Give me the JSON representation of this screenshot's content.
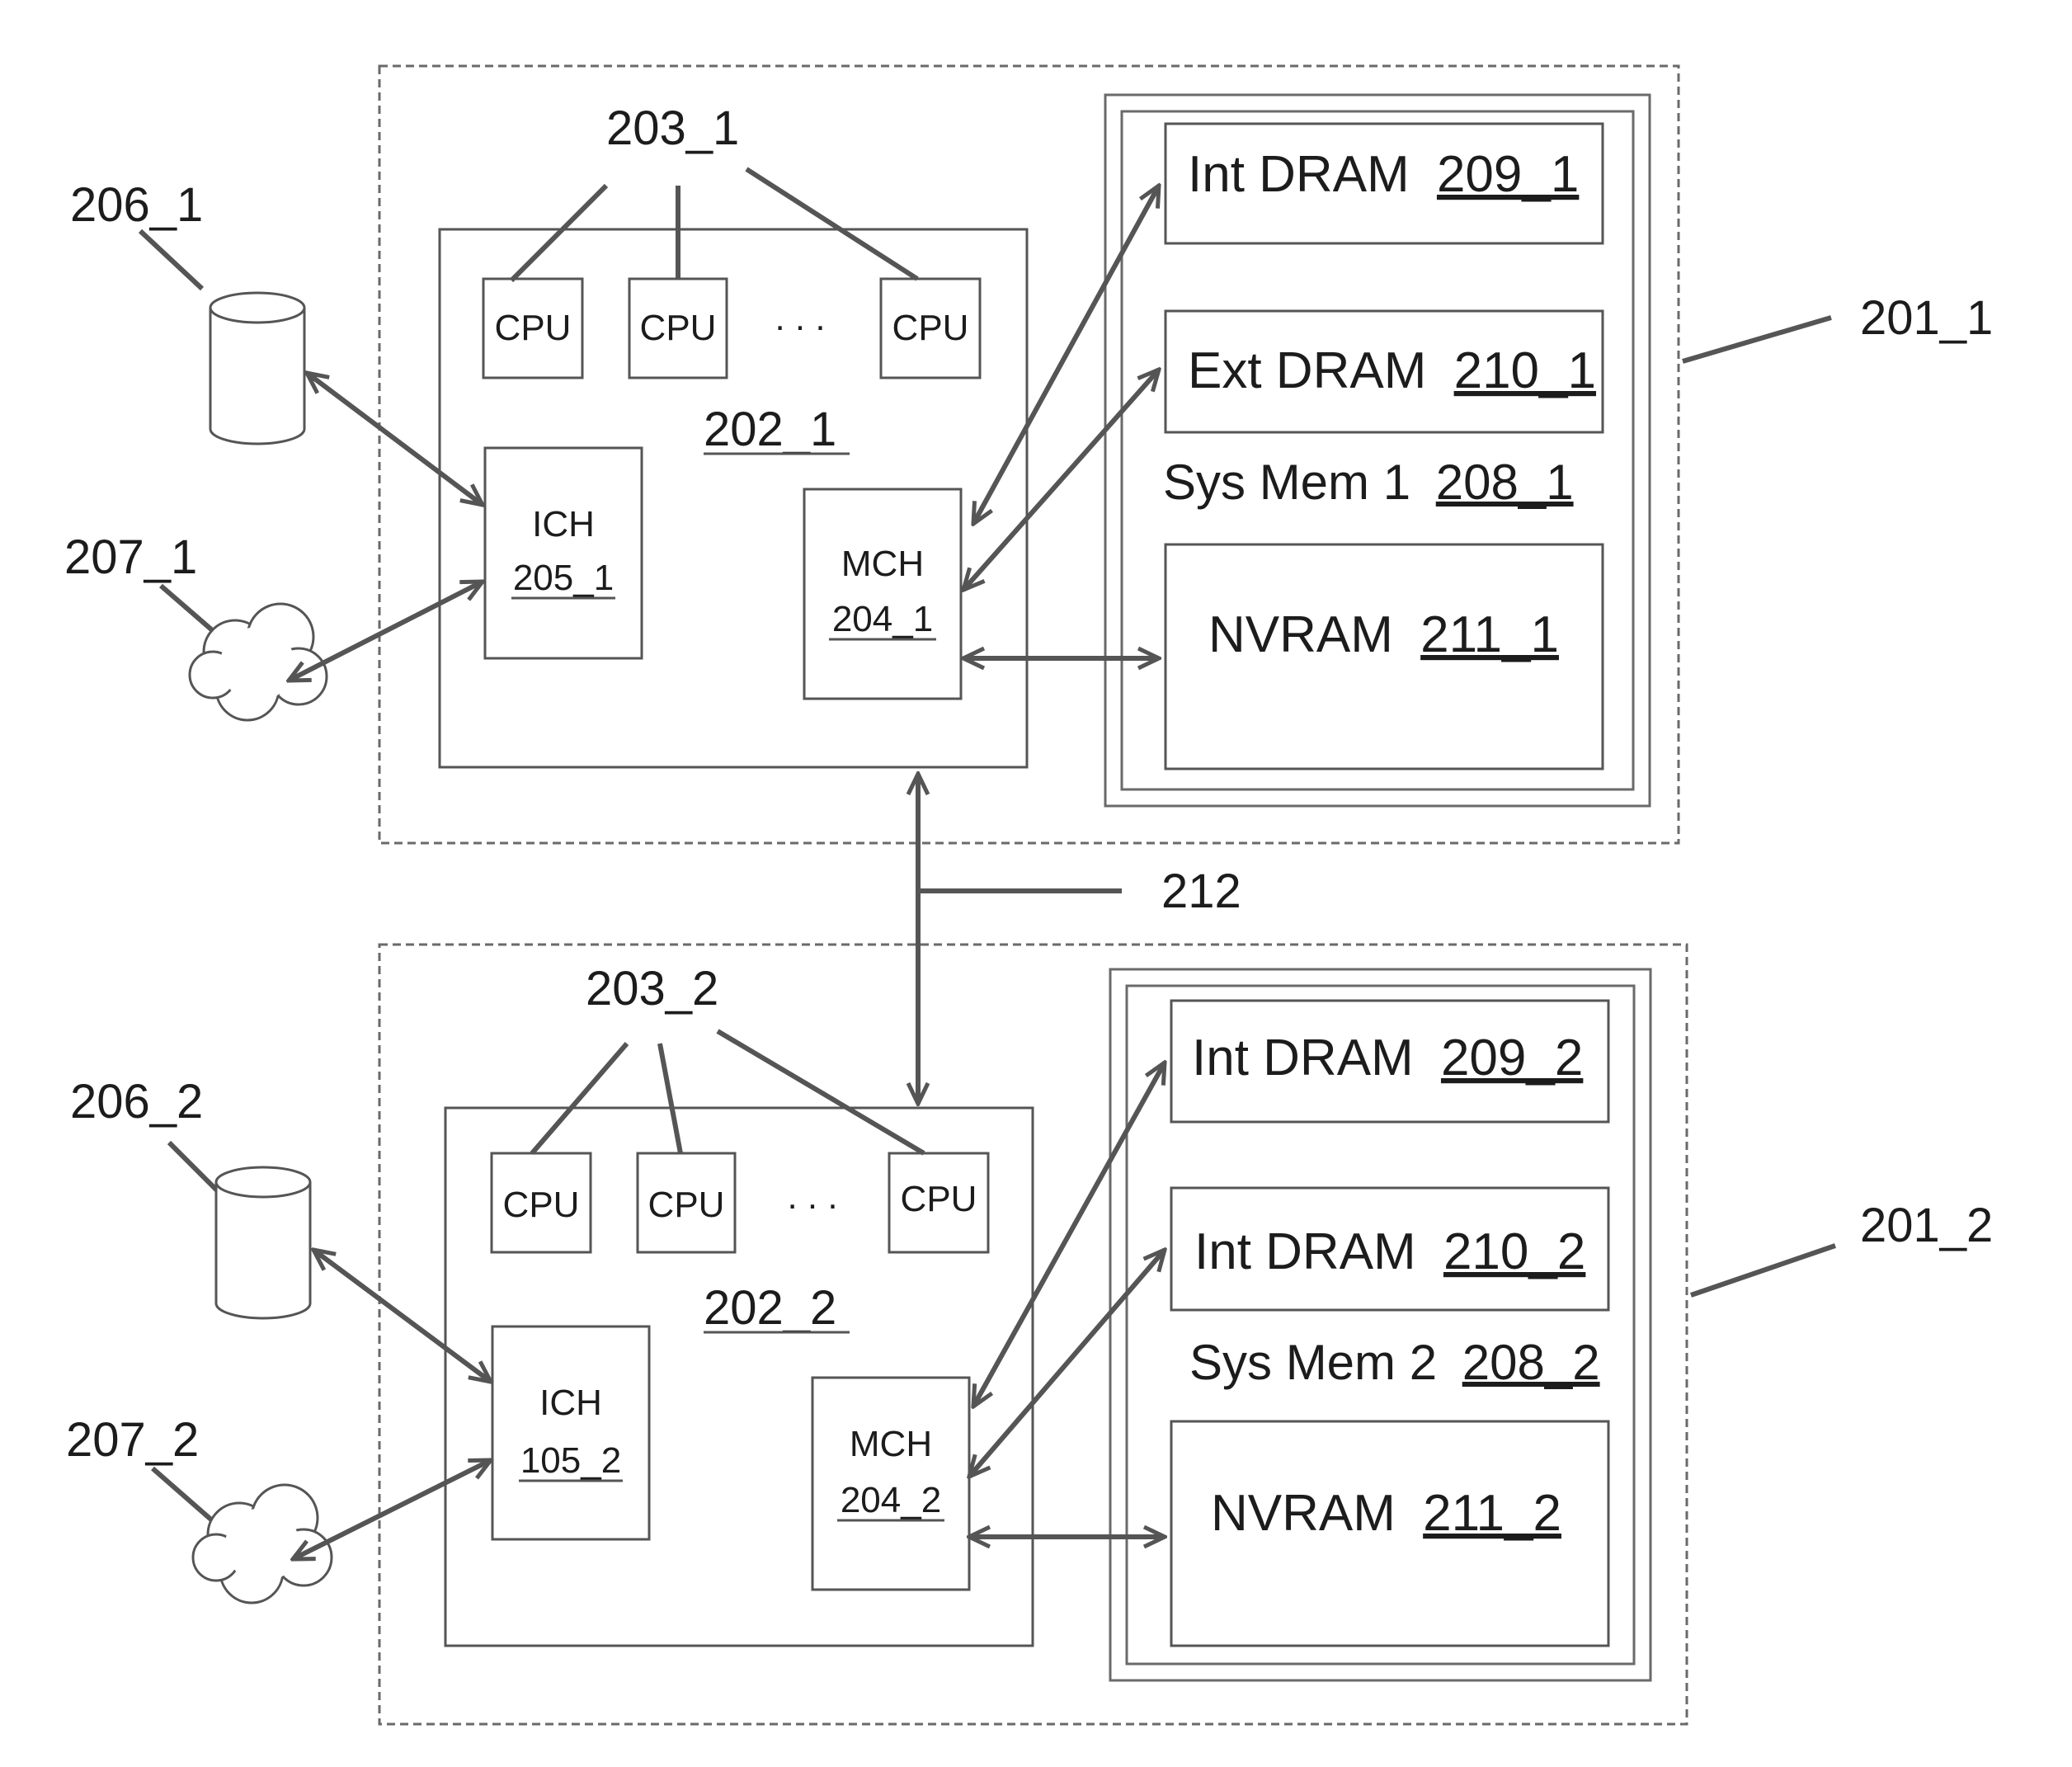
{
  "colors": {
    "line": "#555555",
    "text": "#1c1c1c",
    "background": "#ffffff"
  },
  "icons": {
    "storage": "disk-cylinder-icon",
    "network": "cloud-icon"
  },
  "interconnect": {
    "ref": "212"
  },
  "systems": [
    {
      "ref": "201_1",
      "cpu_group_ref": "203_1",
      "processor_ref": "202_1",
      "cpus": [
        "CPU",
        "CPU",
        "CPU"
      ],
      "ellipsis": ". . .",
      "ich": {
        "label": "ICH",
        "ref": "205_1"
      },
      "mch": {
        "label": "MCH",
        "ref": "204_1"
      },
      "storage_ref": "206_1",
      "network_ref": "207_1",
      "memory": {
        "label": "Sys Mem 1",
        "ref": "208_1",
        "dram_a": {
          "label": "Int DRAM",
          "ref": "209_1"
        },
        "dram_b": {
          "label": "Ext DRAM",
          "ref": "210_1"
        },
        "nvram": {
          "label": "NVRAM",
          "ref": "211_1"
        }
      }
    },
    {
      "ref": "201_2",
      "cpu_group_ref": "203_2",
      "processor_ref": "202_2",
      "cpus": [
        "CPU",
        "CPU",
        "CPU"
      ],
      "ellipsis": ". . .",
      "ich": {
        "label": "ICH",
        "ref": "105_2"
      },
      "mch": {
        "label": "MCH",
        "ref": "204_2"
      },
      "storage_ref": "206_2",
      "network_ref": "207_2",
      "memory": {
        "label": "Sys Mem 2",
        "ref": "208_2",
        "dram_a": {
          "label": "Int DRAM",
          "ref": "209_2"
        },
        "dram_b": {
          "label": "Int DRAM",
          "ref": "210_2"
        },
        "nvram": {
          "label": "NVRAM",
          "ref": "211_2"
        }
      }
    }
  ]
}
